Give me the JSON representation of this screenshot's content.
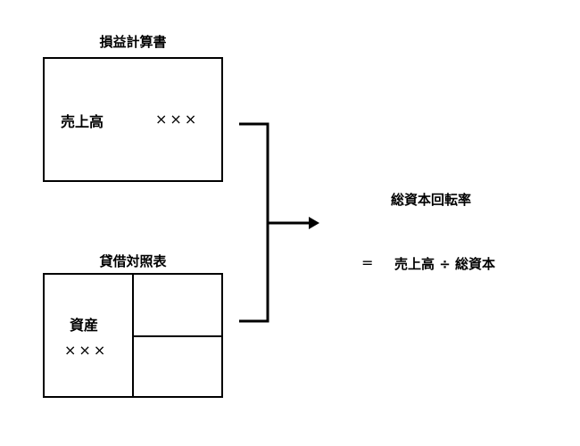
{
  "income_statement": {
    "title": "損益計算書",
    "item_label": "売上高",
    "item_value": "×××"
  },
  "balance_sheet": {
    "title": "貸借対照表",
    "asset_label": "資産",
    "asset_value": "×××"
  },
  "result": {
    "title": "総資本回転率",
    "equals": "=",
    "formula": "売上高 ÷ 総資本"
  },
  "colors": {
    "line": "#000000",
    "background": "#ffffff"
  }
}
